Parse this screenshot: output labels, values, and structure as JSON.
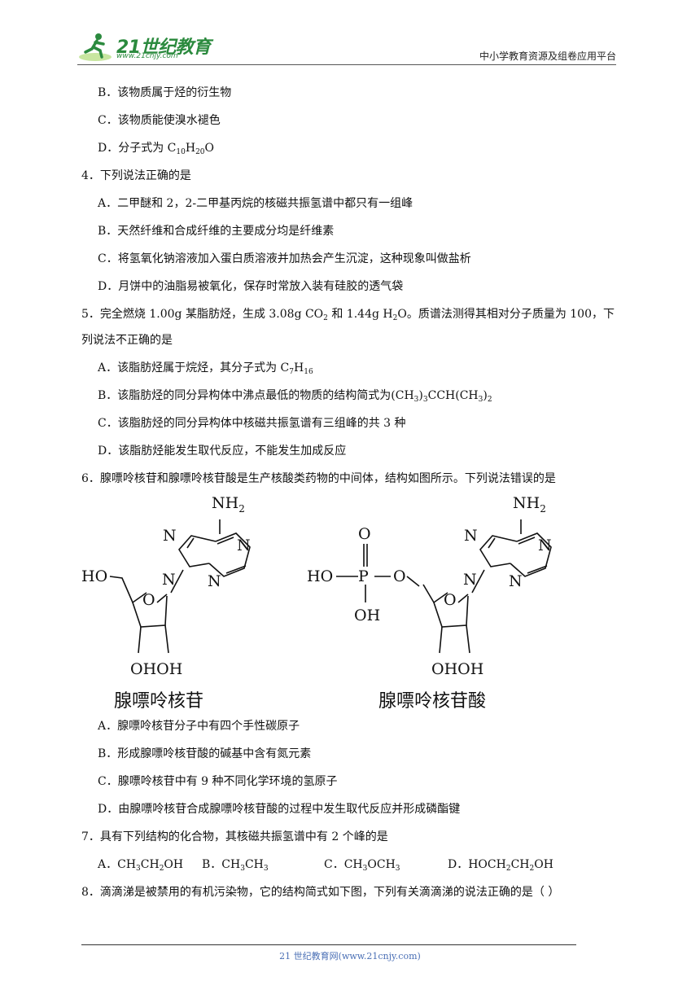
{
  "header": {
    "logo_main": "21世纪教育",
    "logo_sub": "www.21cnjy.com",
    "platform": "中小学教育资源及组卷应用平台"
  },
  "q3": {
    "optB": "B．该物质属于烃的衍生物",
    "optC": "C．该物质能使溴水褪色",
    "optD_pre": "D．分子式为 C",
    "optD_s1": "10",
    "optD_mid": "H",
    "optD_s2": "20",
    "optD_post": "O"
  },
  "q4": {
    "stem": "4．下列说法正确的是",
    "optA": "A．二甲醚和 2，2-二甲基丙烷的核磁共振氢谱中都只有一组峰",
    "optB": "B．天然纤维和合成纤维的主要成分均是纤维素",
    "optC": "C．将氢氧化钠溶液加入蛋白质溶液并加热会产生沉淀，这种现象叫做盐析",
    "optD": "D．月饼中的油脂易被氧化，保存时常放入装有硅胶的透气袋"
  },
  "q5": {
    "stem1_a": "5．完全燃烧 1.00g 某脂肪烃，生成 3.08g CO",
    "stem1_s1": "2",
    "stem1_b": " 和 1.44g H",
    "stem1_s2": "2",
    "stem1_c": "O。质谱法测得其相对分子质量为 100，下",
    "stem2": "列说法不正确的是",
    "optA_pre": "A．该脂肪烃属于烷烃，其分子式为 C",
    "optA_s1": "7",
    "optA_mid": "H",
    "optA_s2": "16",
    "optB_pre": "B．该脂肪烃的同分异构体中沸点最低的物质的结构简式为(CH",
    "optB_s1": "3",
    "optB_mid": ")",
    "optB_s2": "3",
    "optB_mid2": "CCH(CH",
    "optB_s3": "3",
    "optB_mid3": ")",
    "optB_s4": "2",
    "optC": "C．该脂肪烃的同分异构体中核磁共振氢谱有三组峰的共 3 种",
    "optD": "D．该脂肪烃能发生取代反应，不能发生加成反应"
  },
  "q6": {
    "stem": "6．腺嘌呤核苷和腺嘌呤核苷酸是生产核酸类药物的中间体，结构如图所示。下列说法错误的是",
    "fig": {
      "nh2": "NH",
      "nh2_sub": "2",
      "n": "N",
      "o": "O",
      "ho": "HO",
      "oh": "OH",
      "p": "P",
      "ohoh": "OHOH",
      "label1": "腺嘌呤核苷",
      "label2": "腺嘌呤核苷酸"
    },
    "optA": "A．腺嘌呤核苷分子中有四个手性碳原子",
    "optB": "B．形成腺嘌呤核苷酸的碱基中含有氮元素",
    "optC": "C．腺嘌呤核苷中有 9 种不同化学环境的氢原子",
    "optD": "D．由腺嘌呤核苷合成腺嘌呤核苷酸的过程中发生取代反应并形成磷酯键"
  },
  "q7": {
    "stem": "7．具有下列结构的化合物，其核磁共振氢谱中有 2 个峰的是",
    "optA": [
      "A．CH",
      "3",
      "CH",
      "2",
      "OH"
    ],
    "optB": [
      "B．CH",
      "3",
      "CH",
      "3"
    ],
    "optC": [
      "C．CH",
      "3",
      "OCH",
      "3"
    ],
    "optD": [
      "D．HOCH",
      "2",
      "CH",
      "2",
      "OH"
    ]
  },
  "q8": {
    "stem": "8．滴滴涕是被禁用的有机污染物，它的结构简式如下图，下列有关滴滴涕的说法正确的是（    ）"
  },
  "footer": "21 世纪教育网(www.21cnjy.com)",
  "colors": {
    "logo_green": "#2b8a3e",
    "footer_blue": "#4a6fb5"
  }
}
